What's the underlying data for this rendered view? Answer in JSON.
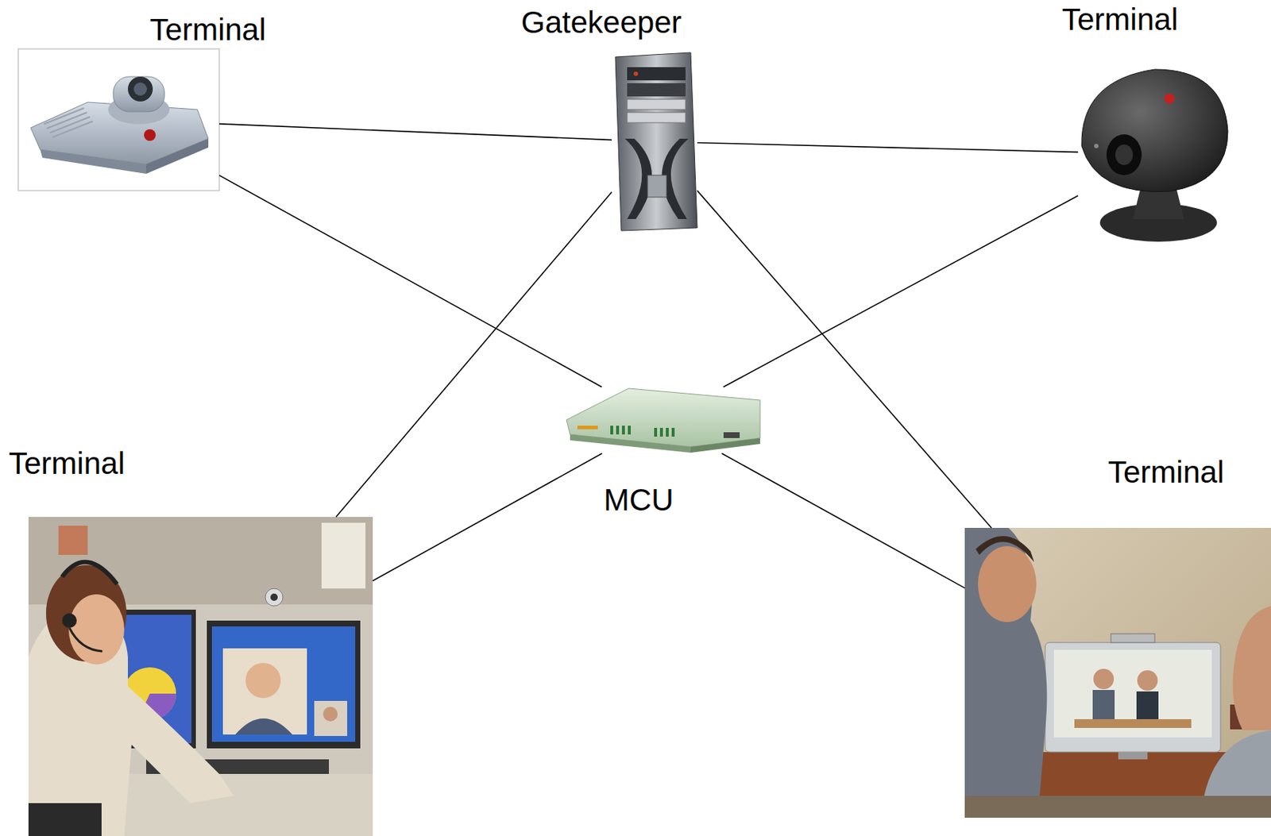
{
  "diagram": {
    "nodes": [
      {
        "text": [
          "Terminal"
        ]
      },
      {
        "text": [
          "Gatekeeper"
        ]
      },
      {
        "text": [
          "Terminal"
        ]
      },
      {
        "text": [
          "MCU"
        ]
      },
      {
        "text": [
          "Terminal"
        ]
      },
      {
        "text": [
          "Terminal"
        ]
      }
    ],
    "edges": [
      {
        "from": 0,
        "to": 1,
        "arrow": "none"
      },
      {
        "from": 0,
        "to": 3,
        "arrow": "none"
      },
      {
        "from": 1,
        "to": 2,
        "arrow": "none"
      },
      {
        "from": 1,
        "to": 4,
        "arrow": "none"
      },
      {
        "from": 1,
        "to": 5,
        "arrow": "none"
      },
      {
        "from": 3,
        "to": 2,
        "arrow": "none"
      },
      {
        "from": 3,
        "to": 4,
        "arrow": "none"
      },
      {
        "from": 3,
        "to": 5,
        "arrow": "none"
      }
    ]
  }
}
